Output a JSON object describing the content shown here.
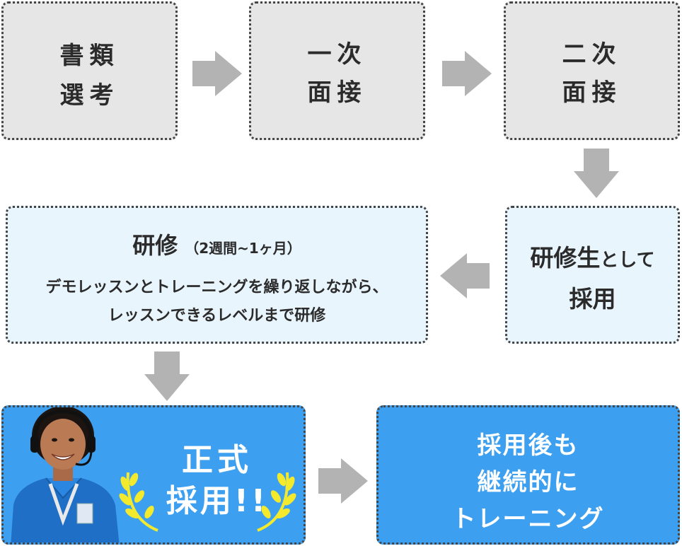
{
  "steps": {
    "shorui": {
      "line1": "書類",
      "line2": "選考"
    },
    "ichiji": {
      "line1": "一次",
      "line2": "面接"
    },
    "niji": {
      "line1": "二次",
      "line2": "面接"
    },
    "kenshusei": {
      "big": "研修生",
      "small": "として",
      "line2": "採用"
    },
    "kenshu": {
      "title": "研修",
      "subtitle": "（2週間~1ヶ月）",
      "line1": "デモレッスンとトレーニングを繰り返しながら、",
      "line2": "レッスンできるレベルまで研修"
    },
    "seishiki": {
      "line1": "正式",
      "line2": "採用!!"
    },
    "training": {
      "line1": "採用後も",
      "line2": "継続的に",
      "line3": "トレーニング"
    }
  },
  "colors": {
    "gray_box": "#e6e6e6",
    "light_box": "#e9f5fd",
    "blue_box": "#3d9ff0",
    "arrow": "#b3b3b3",
    "laurel": "#f3ea2e"
  }
}
